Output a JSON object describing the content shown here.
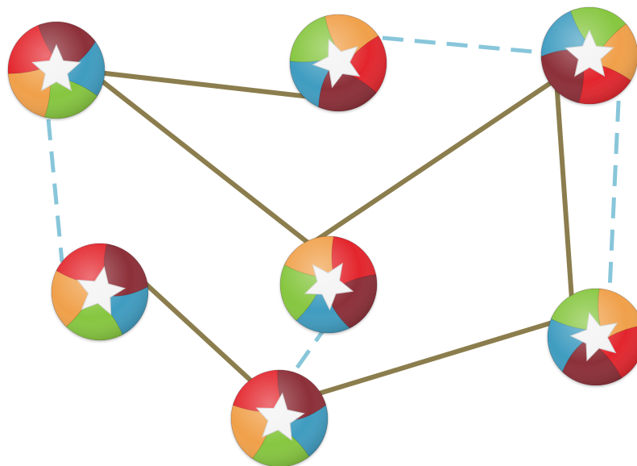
{
  "diagram": {
    "type": "network",
    "node_icon": "five-petal-star-badge-icon",
    "palette": {
      "blue": "#3f9cc0",
      "green": "#86c63f",
      "orange": "#f0a04a",
      "red": "#e3262d",
      "maroon": "#8c2f38",
      "star": "#f3f3f3",
      "solid_edge": "#8b7d4d",
      "dashed_edge": "#88c6da"
    },
    "nodes": [
      {
        "id": "n1",
        "rotation": 0
      },
      {
        "id": "n2",
        "rotation": 150
      },
      {
        "id": "n3",
        "rotation": 215
      },
      {
        "id": "n4",
        "rotation": 30
      },
      {
        "id": "n5",
        "rotation": 100
      },
      {
        "id": "n6",
        "rotation": 170
      },
      {
        "id": "n7",
        "rotation": 20
      }
    ],
    "edges": [
      {
        "from": "n1",
        "to": "n2",
        "style": "solid"
      },
      {
        "from": "n1",
        "to": "n5",
        "style": "solid"
      },
      {
        "from": "n3",
        "to": "n5",
        "style": "solid"
      },
      {
        "from": "n3",
        "to": "n7",
        "style": "solid"
      },
      {
        "from": "n7",
        "to": "n6",
        "style": "solid"
      },
      {
        "from": "n4",
        "to": "n6",
        "style": "solid"
      },
      {
        "from": "n2",
        "to": "n3",
        "style": "dashed"
      },
      {
        "from": "n1",
        "to": "n4",
        "style": "dashed"
      },
      {
        "from": "n3",
        "to": "n7",
        "style": "dashed"
      },
      {
        "from": "n5",
        "to": "n6",
        "style": "dashed"
      }
    ]
  }
}
